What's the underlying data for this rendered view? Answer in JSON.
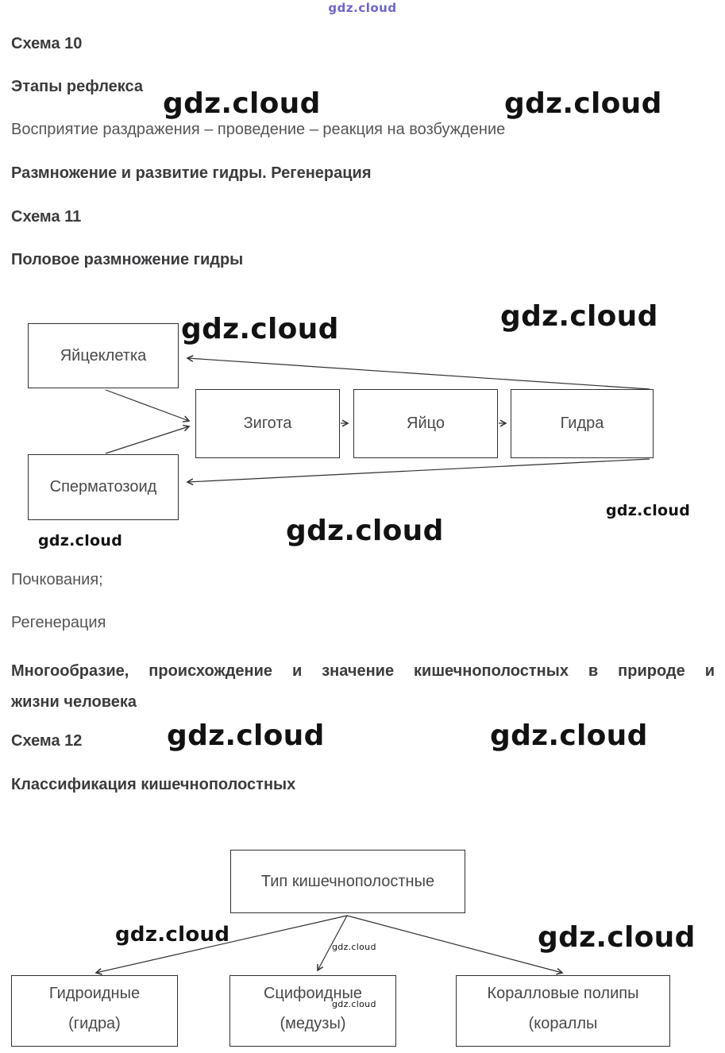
{
  "watermark": "gdz.cloud",
  "colors": {
    "accent_purple": "#6f63d2",
    "heading_text": "#3b3b3d",
    "body_text": "#555557",
    "box_border": "#303030",
    "watermark_black": "#121212"
  },
  "texts": {
    "schema10": "Схема 10",
    "reflex_heading": "Этапы рефлекса",
    "reflex_line": "Восприятие раздражения – проведение – реакция на возбуждение",
    "reproduction_heading": "Размножение и развитие гидры. Регенерация",
    "schema11": "Схема 11",
    "sexual_heading": "Половое размножение гидры",
    "budding": "Почкования;",
    "regeneration": "Регенерация",
    "diversity_line1": "Многообразие, происхождение и значение кишечнополостных в природе и",
    "diversity_line2": "жизни человека",
    "schema12": "Схема 12",
    "classification_heading": "Классификация кишечнополостных"
  },
  "diagram_reproduction": {
    "egg_cell": "Яйцеклетка",
    "zygote": "Зигота",
    "egg": "Яйцо",
    "hydra": "Гидра",
    "sperm": "Сперматозоид"
  },
  "diagram_classification": {
    "root": "Тип кишечнополостные",
    "children": [
      {
        "name": "Гидроидные",
        "example": "(гидра)"
      },
      {
        "name": "Сцифоидные",
        "example": "(медузы)"
      },
      {
        "name": "Коралловые полипы",
        "example": "(кораллы"
      }
    ]
  }
}
